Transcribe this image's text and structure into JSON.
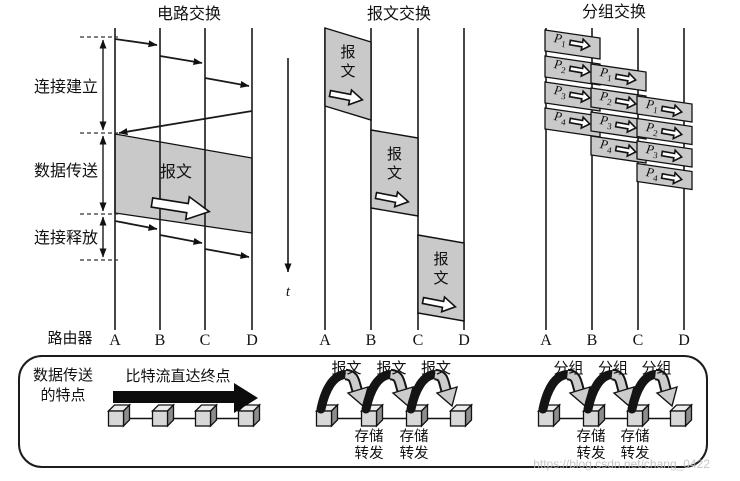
{
  "titles": {
    "circuit": "电路交换",
    "message": "报文交换",
    "packet": "分组交换"
  },
  "left_labels": {
    "setup": "连接建立",
    "transfer": "数据传送",
    "release": "连接释放"
  },
  "time_label": "t",
  "router_label": "路由器",
  "node_labels": [
    "A",
    "B",
    "C",
    "D"
  ],
  "circuit_section": {
    "payload_label": "报文"
  },
  "message_section": {
    "blocks": [
      {
        "label": "报文"
      },
      {
        "label": "报文"
      },
      {
        "label": "报文"
      }
    ]
  },
  "packet_section": {
    "columns": [
      [
        "P1",
        "P2",
        "P3",
        "P4"
      ],
      [
        "P1",
        "P2",
        "P3",
        "P4"
      ],
      [
        "P1",
        "P2",
        "P3",
        "P4"
      ]
    ]
  },
  "bottom_panel": {
    "heading_lines": [
      "数据传送",
      "的特点"
    ],
    "circuit_feature_label": "比特流直达终点",
    "message_hop_labels": [
      "报文",
      "报文",
      "报文"
    ],
    "packet_hop_labels": [
      "分组",
      "分组",
      "分组"
    ],
    "store_forward_lines": [
      "存储",
      "转发"
    ]
  },
  "watermark": "https://blog.csdn.net/chang_0422",
  "colors": {
    "line": "#1a1a1a",
    "block_fill": "#c9c9c9",
    "cube_front": "#d8d8d8",
    "cube_top": "#ededed",
    "cube_side": "#8d8d8d",
    "arrow_fill": "#ffffff",
    "solid_arrow": "#0c0c0c"
  }
}
